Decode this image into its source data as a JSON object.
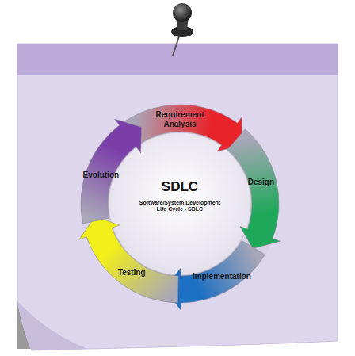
{
  "diagram": {
    "title": "SDLC",
    "nodes": [
      {
        "text": [
          "Requirement Analysis"
        ]
      },
      {
        "text": [
          "Design"
        ]
      },
      {
        "text": [
          "Implementation"
        ]
      },
      {
        "text": [
          "Testing"
        ]
      },
      {
        "text": [
          "Evolution"
        ]
      }
    ],
    "edges": [
      {
        "from": 0,
        "to": 1,
        "arrow": "to"
      },
      {
        "from": 1,
        "to": 2,
        "arrow": "to"
      },
      {
        "from": 2,
        "to": 3,
        "arrow": "to"
      },
      {
        "from": 3,
        "to": 4,
        "arrow": "to"
      },
      {
        "from": 4,
        "to": 0,
        "arrow": "to"
      }
    ],
    "labels": [
      "Software/System Development Life Cycle - SDLC"
    ]
  }
}
